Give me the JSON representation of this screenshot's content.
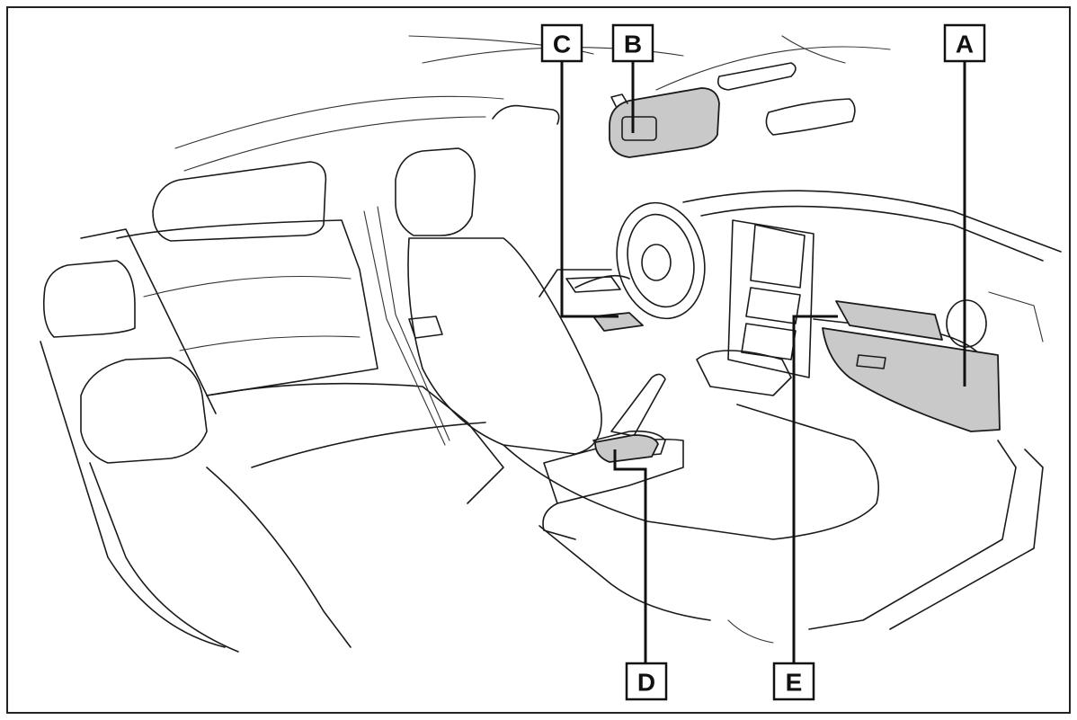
{
  "callouts": {
    "a": "A",
    "b": "B",
    "c": "C",
    "d": "D",
    "e": "E"
  },
  "highlight_color": "#c9c9c9"
}
